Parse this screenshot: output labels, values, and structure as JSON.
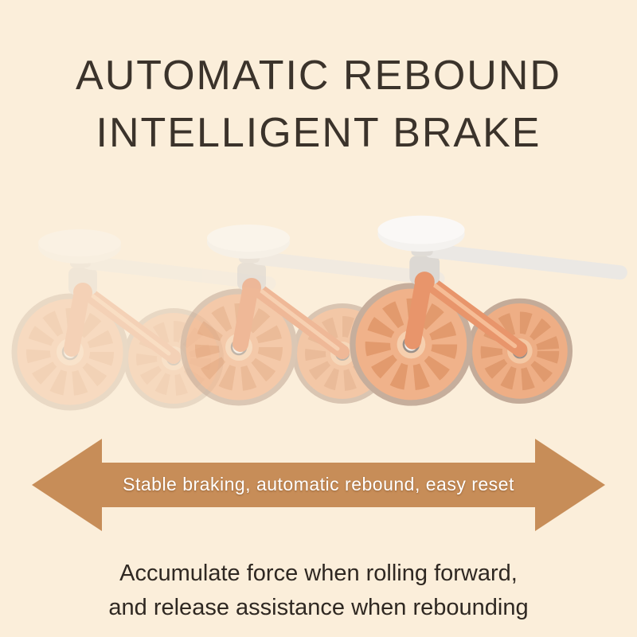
{
  "page": {
    "background_color": "#fbeeda"
  },
  "title": {
    "line1": "AUTOMATIC REBOUND",
    "line2": "INTELLIGENT BRAKE",
    "color": "#3b332b"
  },
  "illustration": {
    "stages": [
      {
        "label": "stage-1",
        "opacity": 0.32
      },
      {
        "label": "stage-2",
        "opacity": 0.6
      },
      {
        "label": "stage-3",
        "opacity": 1
      }
    ],
    "colors": {
      "wheel_face": "#f0b28a",
      "wheel_rim": "#c6ae9c",
      "frame": "#e8956b",
      "handlebar": "#ebe8e4",
      "elbow_pad": "#f4f2ef"
    }
  },
  "arrow": {
    "label": "Stable braking, automatic rebound, easy reset",
    "color": "#c78d58",
    "text_color": "#ffffff"
  },
  "caption": {
    "line1": "Accumulate force when rolling forward,",
    "line2": "and release assistance when rebounding",
    "color": "#2f2822"
  }
}
